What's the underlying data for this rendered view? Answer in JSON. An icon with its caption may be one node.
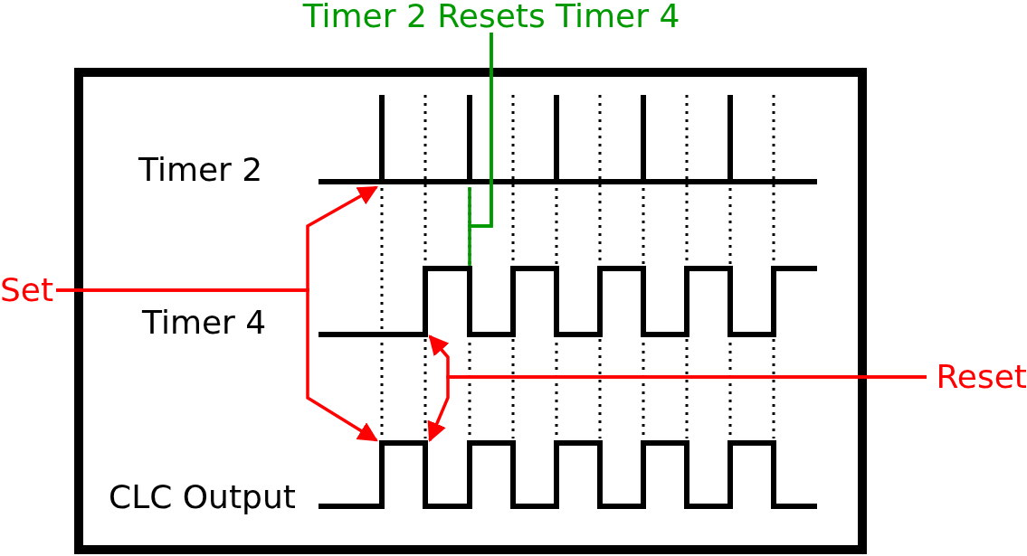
{
  "diagram": {
    "nodes": [
      {
        "text": [
          "Timer 2 Resets Timer 4"
        ]
      },
      {
        "text": [
          "Set"
        ]
      },
      {
        "text": [
          "Reset"
        ]
      },
      {
        "text": [],
        "shape": "waveform",
        "beside": [
          "Timer 2"
        ]
      },
      {
        "text": [],
        "shape": "waveform",
        "beside": [
          "Timer 4"
        ]
      },
      {
        "text": [],
        "shape": "waveform",
        "beside": [
          "CLC Output"
        ]
      }
    ],
    "edges": [
      {
        "from": 1,
        "to": 3,
        "arrow": "to",
        "color": "#ff0000"
      },
      {
        "from": 1,
        "to": 5,
        "arrow": "to",
        "color": "#ff0000"
      },
      {
        "from": 2,
        "to": 4,
        "arrow": "to",
        "color": "#ff0000"
      },
      {
        "from": 2,
        "to": 5,
        "arrow": "to",
        "color": "#ff0000"
      },
      {
        "from": 0,
        "to": 3,
        "arrow": "none",
        "color": "#009900"
      },
      {
        "from": 0,
        "to": 4,
        "arrow": "none",
        "color": "#009900"
      }
    ]
  }
}
